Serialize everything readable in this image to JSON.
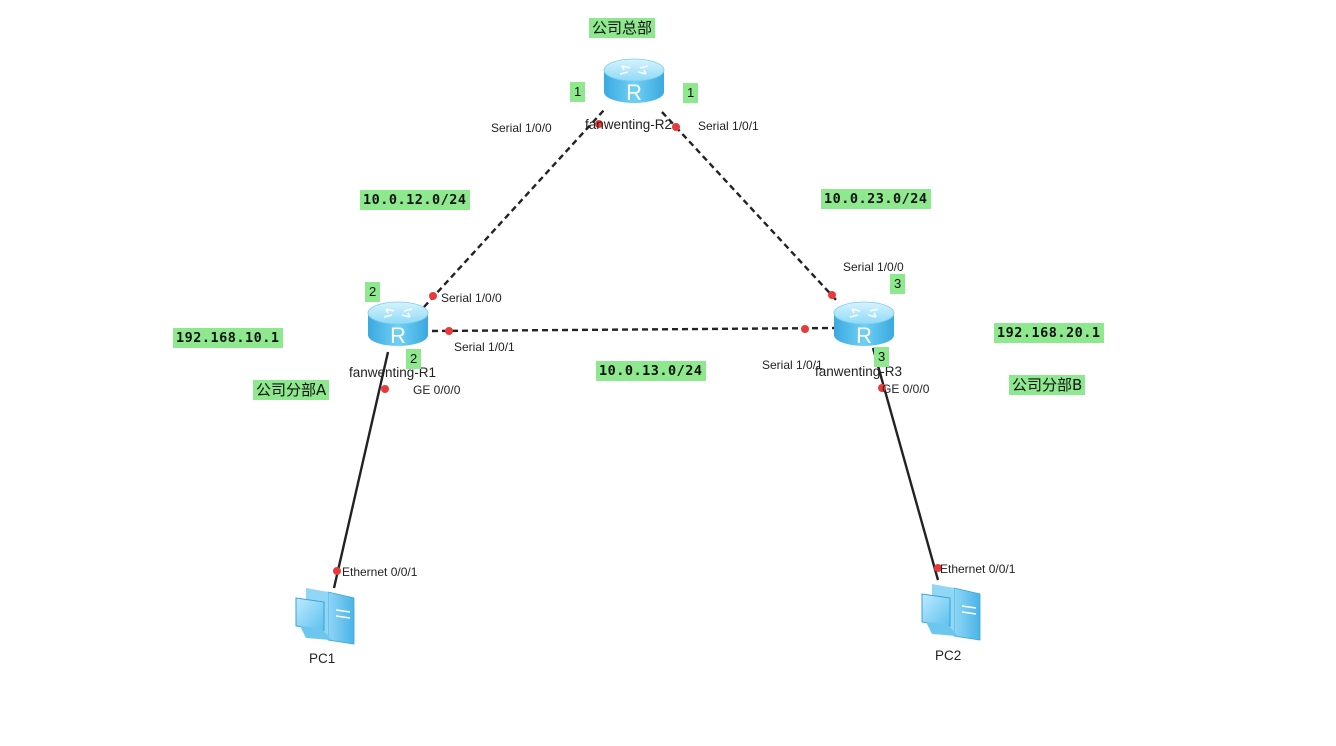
{
  "devices": {
    "r1": {
      "name": "fanwenting-R1",
      "icon": "router-icon",
      "glyph": "R"
    },
    "r2": {
      "name": "fanwenting-R2",
      "icon": "router-icon",
      "glyph": "R"
    },
    "r3": {
      "name": "fanwenting-R3",
      "icon": "router-icon",
      "glyph": "R"
    },
    "pc1": {
      "name": "PC1",
      "icon": "pc-icon"
    },
    "pc2": {
      "name": "PC2",
      "icon": "pc-icon"
    }
  },
  "ports": {
    "r2_s100": "Serial 1/0/0",
    "r2_s101": "Serial 1/0/1",
    "r1_s100": "Serial 1/0/0",
    "r1_s101": "Serial 1/0/1",
    "r1_ge": "GE 0/0/0",
    "r3_s100": "Serial 1/0/0",
    "r3_s101": "Serial 1/0/1",
    "r3_ge": "GE 0/0/0",
    "pc1_eth": "Ethernet 0/0/1",
    "pc2_eth": "Ethernet 0/0/1"
  },
  "tags": {
    "hq": "公司总部",
    "branch_a": "公司分部A",
    "branch_b": "公司分部B",
    "net_12": "10.0.12.0/24",
    "net_23": "10.0.23.0/24",
    "net_13": "10.0.13.0/24",
    "lan_10": "192.168.10.1",
    "lan_20": "192.168.20.1",
    "r2_left_num": "1",
    "r2_right_num": "1",
    "r1_top_num": "2",
    "r1_bottom_num": "2",
    "r3_top_num": "3",
    "r3_bottom_num": "3"
  },
  "colors": {
    "tag_bg": "#8ee88e",
    "port_dot": "#e83a3a",
    "link": "#222222",
    "router_body": "#5bc4ee",
    "router_top": "#aee6fb"
  }
}
